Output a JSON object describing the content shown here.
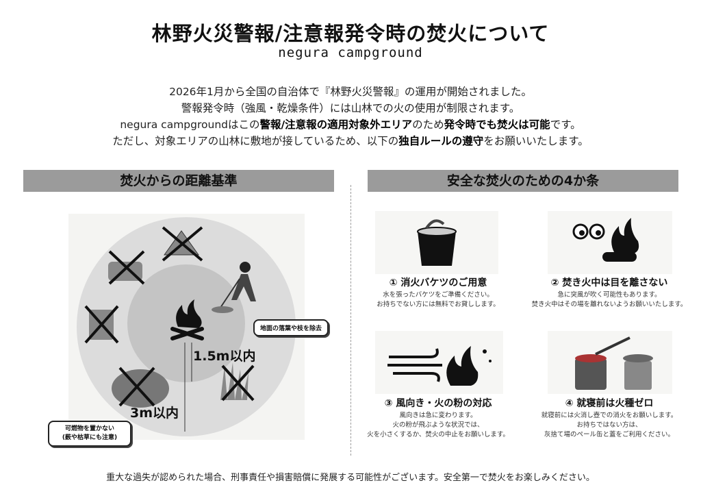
{
  "title": "林野火災警報/注意報発令時の焚火について",
  "brand": "negura campground",
  "intro": {
    "line1": "2026年1月から全国の自治体で『林野火災警報』の運用が開始されました。",
    "line2": "警報発令時（強風・乾燥条件）には山林での火の使用が制限されます。",
    "line3": {
      "a": "negura campgroundはこの",
      "b": "警報/注意報の適用対象外エリア",
      "c": "のため",
      "d": "発令時でも焚火は可能",
      "e": "です。"
    },
    "line4": {
      "a": "ただし、対象エリアの山林に敷地が接しているため、以下の",
      "b": "独自ルールの遵守",
      "c": "をお願いいたします。"
    }
  },
  "left": {
    "heading": "焚火からの距離基準",
    "inner_label": "1.5m以内",
    "outer_label": "3m以内",
    "bubble_inner": "地面の落葉や枝を除去",
    "bubble_outer_1": "可燃物を置かない",
    "bubble_outer_2": "(薮や枯草にも注意)"
  },
  "right": {
    "heading": "安全な焚火のための4か条",
    "rules": [
      {
        "title": "① 消火バケツのご用意",
        "desc": [
          "水を張ったバケツをご準備ください。",
          "お持ちでない方には無料でお貸しします。"
        ]
      },
      {
        "title": "② 焚き火中は目を離さない",
        "desc": [
          "急に突風が吹く可能性もあります。",
          "焚き火中はその場を離れないようお願いいたします。"
        ]
      },
      {
        "title": "③ 風向き・火の粉の対応",
        "desc": [
          "風向きは急に変わります。",
          "火の粉が飛ぶような状況では、",
          "火を小さくするか、焚火の中止をお願いします。"
        ]
      },
      {
        "title": "④ 就寝前は火種ゼロ",
        "desc": [
          "就寝前には火消し壺での消火をお願いします。",
          "お持ちではない方は、",
          "灰捨て場のペール缶と蓋をご利用ください。"
        ]
      }
    ]
  },
  "footer": "重大な過失が認められた場合、刑事責任や損害賠償に発展する可能性がございます。安全第一で焚火をお楽しみください。"
}
